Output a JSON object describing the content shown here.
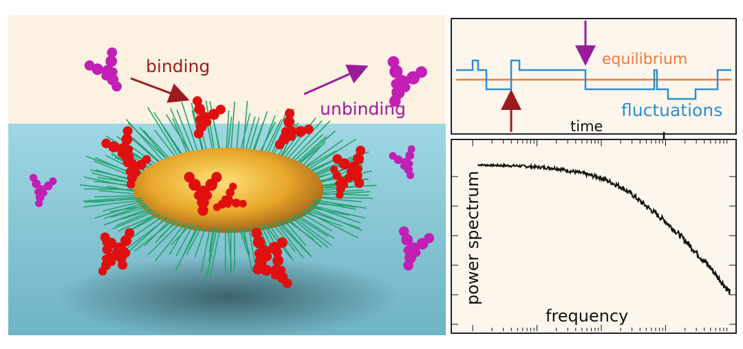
{
  "scene": {
    "binding_label": "binding",
    "unbinding_label": "unbinding"
  },
  "time_trace": {
    "equilibrium_label": "equilibrium",
    "fluctuations_label": "fluctuations",
    "xlabel": "time"
  },
  "spectrum": {
    "ylabel": "power spectrum",
    "xlabel": "frequency"
  },
  "colors": {
    "binding": "#9b1c1c",
    "unbinding": "#9b1c9b",
    "equilibrium": "#f0793a",
    "fluctuations": "#2b8fd0",
    "water": "#8fcfdc",
    "sky": "#fdf1e2",
    "antibody_bound": "#e01010",
    "antibody_free": "#c21fb4",
    "particle_core": "#e8a82a",
    "ligands": "#23a36a"
  },
  "chart_data": [
    {
      "type": "line",
      "title": "",
      "xlabel": "time",
      "ylabel": "",
      "series": [
        {
          "name": "equilibrium",
          "x": [
            0,
            100
          ],
          "y": [
            0,
            0
          ]
        },
        {
          "name": "fluctuations",
          "x": [
            0,
            6,
            6,
            8,
            8,
            11,
            11,
            20,
            20,
            23,
            23,
            47,
            47,
            72,
            72,
            73,
            73,
            77,
            77,
            87,
            87,
            95,
            95,
            100
          ],
          "y": [
            1,
            1,
            2,
            2,
            1,
            1,
            -1,
            -1,
            2,
            2,
            1,
            1,
            -1,
            -1,
            1,
            1,
            -1,
            -1,
            -2,
            -2,
            -1,
            -1,
            1,
            1
          ]
        }
      ],
      "annotations": [
        {
          "type": "arrow-up",
          "x": 20,
          "meaning": "binding"
        },
        {
          "type": "arrow-down",
          "x": 47,
          "meaning": "unbinding"
        }
      ],
      "grid": false
    },
    {
      "type": "line",
      "title": "",
      "xlabel": "frequency",
      "ylabel": "power spectrum",
      "xscale": "log",
      "yscale": "log",
      "xlim": [
        0.01,
        100
      ],
      "ylim": [
        1e-05,
        10
      ],
      "series": [
        {
          "name": "",
          "x": [
            0.012,
            0.02,
            0.05,
            0.1,
            0.2,
            0.3,
            0.5,
            1,
            2,
            3,
            5,
            10,
            20,
            50,
            100
          ],
          "y": [
            2.5,
            2.4,
            2.3,
            2.1,
            1.9,
            1.6,
            1.3,
            0.9,
            0.45,
            0.25,
            0.1,
            0.03,
            0.007,
            0.0008,
            0.00012
          ]
        }
      ],
      "grid": false
    }
  ]
}
